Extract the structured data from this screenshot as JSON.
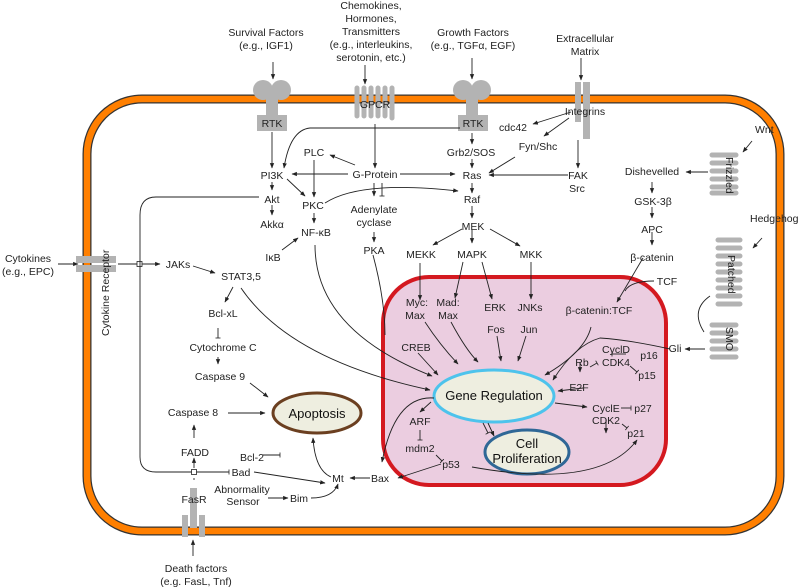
{
  "diagram": {
    "inputs": {
      "survival": [
        "Survival Factors",
        "(e.g., IGF1)"
      ],
      "chemokines": [
        "Chemokines,",
        "Hormones,",
        "Transmitters",
        "(e.g., interleukins,",
        "serotonin, etc.)"
      ],
      "growth": [
        "Growth Factors",
        "(e.g., TGFα, EGF)"
      ],
      "ecm": [
        "Extracellular",
        "Matrix"
      ],
      "wnt": "Wnt",
      "hedgehog": "Hedgehog",
      "cytokines": [
        "Cytokines",
        "(e.g., EPC)"
      ],
      "death": [
        "Death factors",
        "(e.g. FasL, Tnf)"
      ]
    },
    "receptors": {
      "rtk1": "RTK",
      "gpcr": "GPCR",
      "rtk2": "RTK",
      "integrins": "Integrins",
      "frizzled": "Frizzled",
      "patched": "Patched",
      "smo": "SMO",
      "cytokine_receptor": "Cytokine Receptor",
      "fasr": "FasR"
    },
    "nodes": {
      "pi3k": "PI3K",
      "plc": "PLC",
      "gprotein": "G-Protein",
      "akt": "Akt",
      "pkc": "PKC",
      "akka": "Akkα",
      "nfkb": "NF-κB",
      "ikb": "IκB",
      "adenylate": [
        "Adenylate",
        "cyclase"
      ],
      "pka": "PKA",
      "cdc42": "cdc42",
      "grb2": "Grb2/SOS",
      "fynshc": "Fyn/Shc",
      "ras": "Ras",
      "fak": "FAK",
      "src": "Src",
      "raf": "Raf",
      "mek": "MEK",
      "mekk": "MEKK",
      "mapk": "MAPK",
      "mkk": "MKK",
      "dishevelled": "Dishevelled",
      "gsk": "GSK-3β",
      "apc": "APC",
      "bcatenin": "β-catenin",
      "tcf": "TCF",
      "jaks": "JAKs",
      "stat": "STAT3,5",
      "bclxl": "Bcl-xL",
      "cytc": "Cytochrome C",
      "casp9": "Caspase 9",
      "casp8": "Caspase 8",
      "fadd": "FADD",
      "bad": "Bad",
      "bcl2": "Bcl-2",
      "abnormality": [
        "Abnormality",
        "Sensor"
      ],
      "bim": "Bim",
      "mt": "Mt",
      "bax": "Bax"
    },
    "nucleus": {
      "myc": "Myc:",
      "mad": "Mad:",
      "max1": "Max",
      "max2": "Max",
      "erk": "ERK",
      "fos": "Fos",
      "jnks": "JNKs",
      "jun": "Jun",
      "bcat_tcf": "β-catenin:TCF",
      "creb": "CREB",
      "gli": "Gli",
      "cycld": "CyclD",
      "cdk4": "CDK4",
      "p16": "p16",
      "p15": "p15",
      "rb": "Rb",
      "e2f": "E2F",
      "cycle": "CyclE",
      "cdk2": "CDK2",
      "p27": "p27",
      "p21": "p21",
      "arf": "ARF",
      "mdm2": "mdm2",
      "p53": "p53"
    },
    "outcomes": {
      "gene_regulation": "Gene Regulation",
      "cell_proliferation": [
        "Cell",
        "Proliferation"
      ],
      "apoptosis": "Apoptosis"
    },
    "colors": {
      "membrane": "#ff7f00",
      "nucleus_fill": "#ebcde0",
      "nucleus_border": "#d41920",
      "gene_reg_border": "#4dc3ec",
      "prolif_border": "#2f6796",
      "apoptosis_border": "#6b3f20",
      "oval_fill": "#eeeee0",
      "receptor": "#b3b3b3"
    }
  }
}
